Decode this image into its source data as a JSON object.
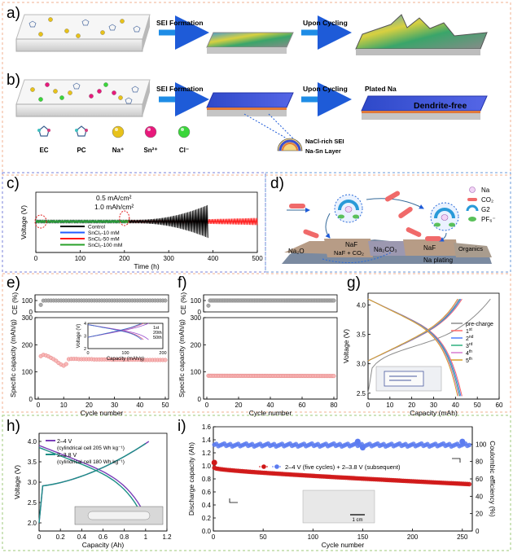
{
  "panels": {
    "a": "a)",
    "b": "b)",
    "c": "c)",
    "d": "d)",
    "e": "e)",
    "f": "f)",
    "g": "g)",
    "h": "h)",
    "i": "i)"
  },
  "schematic": {
    "sei_formation": "SEI Formation",
    "upon_cycling": "Upon Cycling",
    "plated_na": "Plated Na",
    "dendrite_free": "Dendrite-free",
    "nacl_sei": "NaCl-rich SEI",
    "nasn_layer": "Na-Sn Layer",
    "legend": [
      "EC",
      "PC",
      "Na⁺",
      "Sn²⁺",
      "Cl⁻"
    ],
    "legend_colors": [
      "#e8c21a",
      "#e8197c",
      "#3ad63a"
    ]
  },
  "mechanism": {
    "legend": [
      "Na",
      "CO₂",
      "G2",
      "PF₆⁻"
    ],
    "layers": [
      "Na₂O",
      "NaF + CO₂",
      "Na₂CO₃",
      "NaF",
      "Organics"
    ],
    "plating": "Na plating"
  },
  "chart_data": [
    {
      "panel": "c",
      "type": "line",
      "xlabel": "Time (h)",
      "ylabel": "Voltage (V)",
      "xlim": [
        0,
        500
      ],
      "xticks": [
        0,
        100,
        200,
        300,
        400,
        500
      ],
      "annotation": [
        "0.5 mA/cm²",
        "1.0 mAh/cm²"
      ],
      "series": [
        {
          "name": "Control",
          "color": "#000000",
          "fail_h": 390,
          "amp_start": 0.06,
          "amp_end": 0.95,
          "growth_from": 230
        },
        {
          "name": "SnCl₂-10 mM",
          "color": "#1f5bff",
          "fail_h": 200,
          "amp_start": 0.05,
          "amp_end": 0.06,
          "growth_from": 500
        },
        {
          "name": "SnCl₂-50 mM",
          "color": "#ff1a1a",
          "fail_h": 500,
          "amp_start": 0.05,
          "amp_end": 0.12,
          "growth_from": 180
        },
        {
          "name": "SnCl₂-100 mM",
          "color": "#2aa02a",
          "fail_h": 210,
          "amp_start": 0.05,
          "amp_end": 0.06,
          "growth_from": 500
        }
      ]
    },
    {
      "panel": "e",
      "type": "scatter",
      "xlabel": "Cycle number",
      "ylabel": "Specific capacity (mAh/g)",
      "ce_label": "CE (%)",
      "xlim": [
        0,
        50
      ],
      "xticks": [
        0,
        10,
        20,
        30,
        40,
        50
      ],
      "ce_ylim": [
        0,
        150
      ],
      "ce_yticks": [
        0,
        100
      ],
      "cap_ylim": [
        0,
        300
      ],
      "cap_yticks": [
        0,
        100,
        200,
        300
      ],
      "ce_values": [
        62,
        99,
        100,
        100,
        100,
        100,
        100,
        100,
        100,
        100,
        100,
        100,
        100,
        100,
        100,
        100,
        100,
        100,
        100,
        100,
        100,
        100,
        100,
        100,
        100,
        100,
        100,
        100,
        100,
        100,
        100,
        100,
        100,
        100,
        100,
        100,
        100,
        100,
        100,
        100,
        100,
        100,
        100,
        100,
        100,
        100,
        100,
        100,
        100,
        100
      ],
      "capacity": [
        158,
        163,
        161,
        157,
        152,
        147,
        141,
        133,
        127,
        123,
        129,
        147,
        148,
        148,
        148,
        147,
        147,
        147,
        147,
        147,
        147,
        146,
        146,
        146,
        146,
        146,
        146,
        146,
        145,
        145,
        145,
        145,
        145,
        145,
        145,
        145,
        145,
        145,
        145,
        145,
        144,
        144,
        144,
        144,
        144,
        144,
        144,
        144,
        144,
        144
      ],
      "inset": {
        "xlabel": "Capacity (mAh/g)",
        "ylabel": "Voltage (V)",
        "xlim": [
          0,
          200
        ],
        "ylim": [
          2,
          4
        ],
        "xticks": [
          0,
          100,
          200
        ],
        "yticks": [
          2,
          3,
          4
        ],
        "series": [
          {
            "name": "1st",
            "color": "#9a4fd0",
            "cap": 162
          },
          {
            "name": "20th",
            "color": "#d05080",
            "cap": 148
          },
          {
            "name": "50th",
            "color": "#3570d0",
            "cap": 143
          }
        ]
      }
    },
    {
      "panel": "f",
      "type": "scatter",
      "xlabel": "Cycle number",
      "ylabel": "Specific capacity (mAh/g)",
      "ce_label": "CE (%)",
      "xlim": [
        0,
        80
      ],
      "xticks": [
        0,
        20,
        40,
        60,
        80
      ],
      "ce_ylim": [
        0,
        150
      ],
      "ce_yticks": [
        0,
        100
      ],
      "cap_ylim": [
        0,
        300
      ],
      "cap_yticks": [
        0,
        100,
        200,
        300
      ],
      "ce_start": 55,
      "ce_plateau": 100,
      "cap_start": 86,
      "cap_end": 85,
      "n": 80
    },
    {
      "panel": "g",
      "type": "line",
      "xlabel": "Capacity (mAh)",
      "ylabel": "Voltage (V)",
      "xlim": [
        0,
        60
      ],
      "ylim": [
        2.4,
        4.2
      ],
      "xticks": [
        0,
        10,
        20,
        30,
        40,
        50,
        60
      ],
      "yticks": [
        2.5,
        3.0,
        3.5,
        4.0
      ],
      "series": [
        {
          "name": "pre-charge",
          "color": "#8c8c8c",
          "cap": 56
        },
        {
          "name": "1st",
          "color": "#ff6a6a",
          "cap": 43
        },
        {
          "name": "2nd",
          "color": "#4d7dff",
          "cap": 42.5
        },
        {
          "name": "3rd",
          "color": "#2fb07f",
          "cap": 42
        },
        {
          "name": "4th",
          "color": "#d77ad0",
          "cap": 41.5
        },
        {
          "name": "5th",
          "color": "#d7a12a",
          "cap": 41
        }
      ]
    },
    {
      "panel": "h",
      "type": "line",
      "xlabel": "Capacity (Ah)",
      "ylabel": "Voltage (V)",
      "xlim": [
        0,
        1.2
      ],
      "ylim": [
        1.8,
        4.2
      ],
      "xticks": [
        0.0,
        0.2,
        0.4,
        0.6,
        0.8,
        1.0,
        1.2
      ],
      "yticks": [
        2.0,
        2.5,
        3.0,
        3.5,
        4.0
      ],
      "series": [
        {
          "name": "2–4 V",
          "note": "(cylindrical cell 205 Wh kg⁻¹)",
          "color": "#7a3fb8",
          "cap": 1.03,
          "vmin": 2.0,
          "vmax": 4.0
        },
        {
          "name": "2–3.8 V",
          "note": "(cylindrical cell 180 Wh kg⁻¹)",
          "color": "#1d8f86",
          "cap": 1.0,
          "vmin": 2.0,
          "vmax": 3.95
        }
      ]
    },
    {
      "panel": "i",
      "type": "scatter",
      "xlabel": "Cycle number",
      "ylabel": "Discharge capacity (Ah)",
      "y2label": "Coulombic efficiency (%)",
      "xlim": [
        0,
        260
      ],
      "ylim": [
        0,
        1.6
      ],
      "xticks": [
        0,
        50,
        100,
        150,
        200,
        250
      ],
      "yticks": [
        0.0,
        0.2,
        0.4,
        0.6,
        0.8,
        1.0,
        1.2,
        1.4,
        1.6
      ],
      "y2lim": [
        0,
        120
      ],
      "y2ticks": [
        0,
        20,
        40,
        60,
        80,
        100
      ],
      "legend": "2–4 V (five cycles) + 2–3.8 V (subsequent)",
      "cap_start": 0.97,
      "cap_end": 0.72,
      "ce_value": 99,
      "scalebar": "1 cm"
    }
  ]
}
